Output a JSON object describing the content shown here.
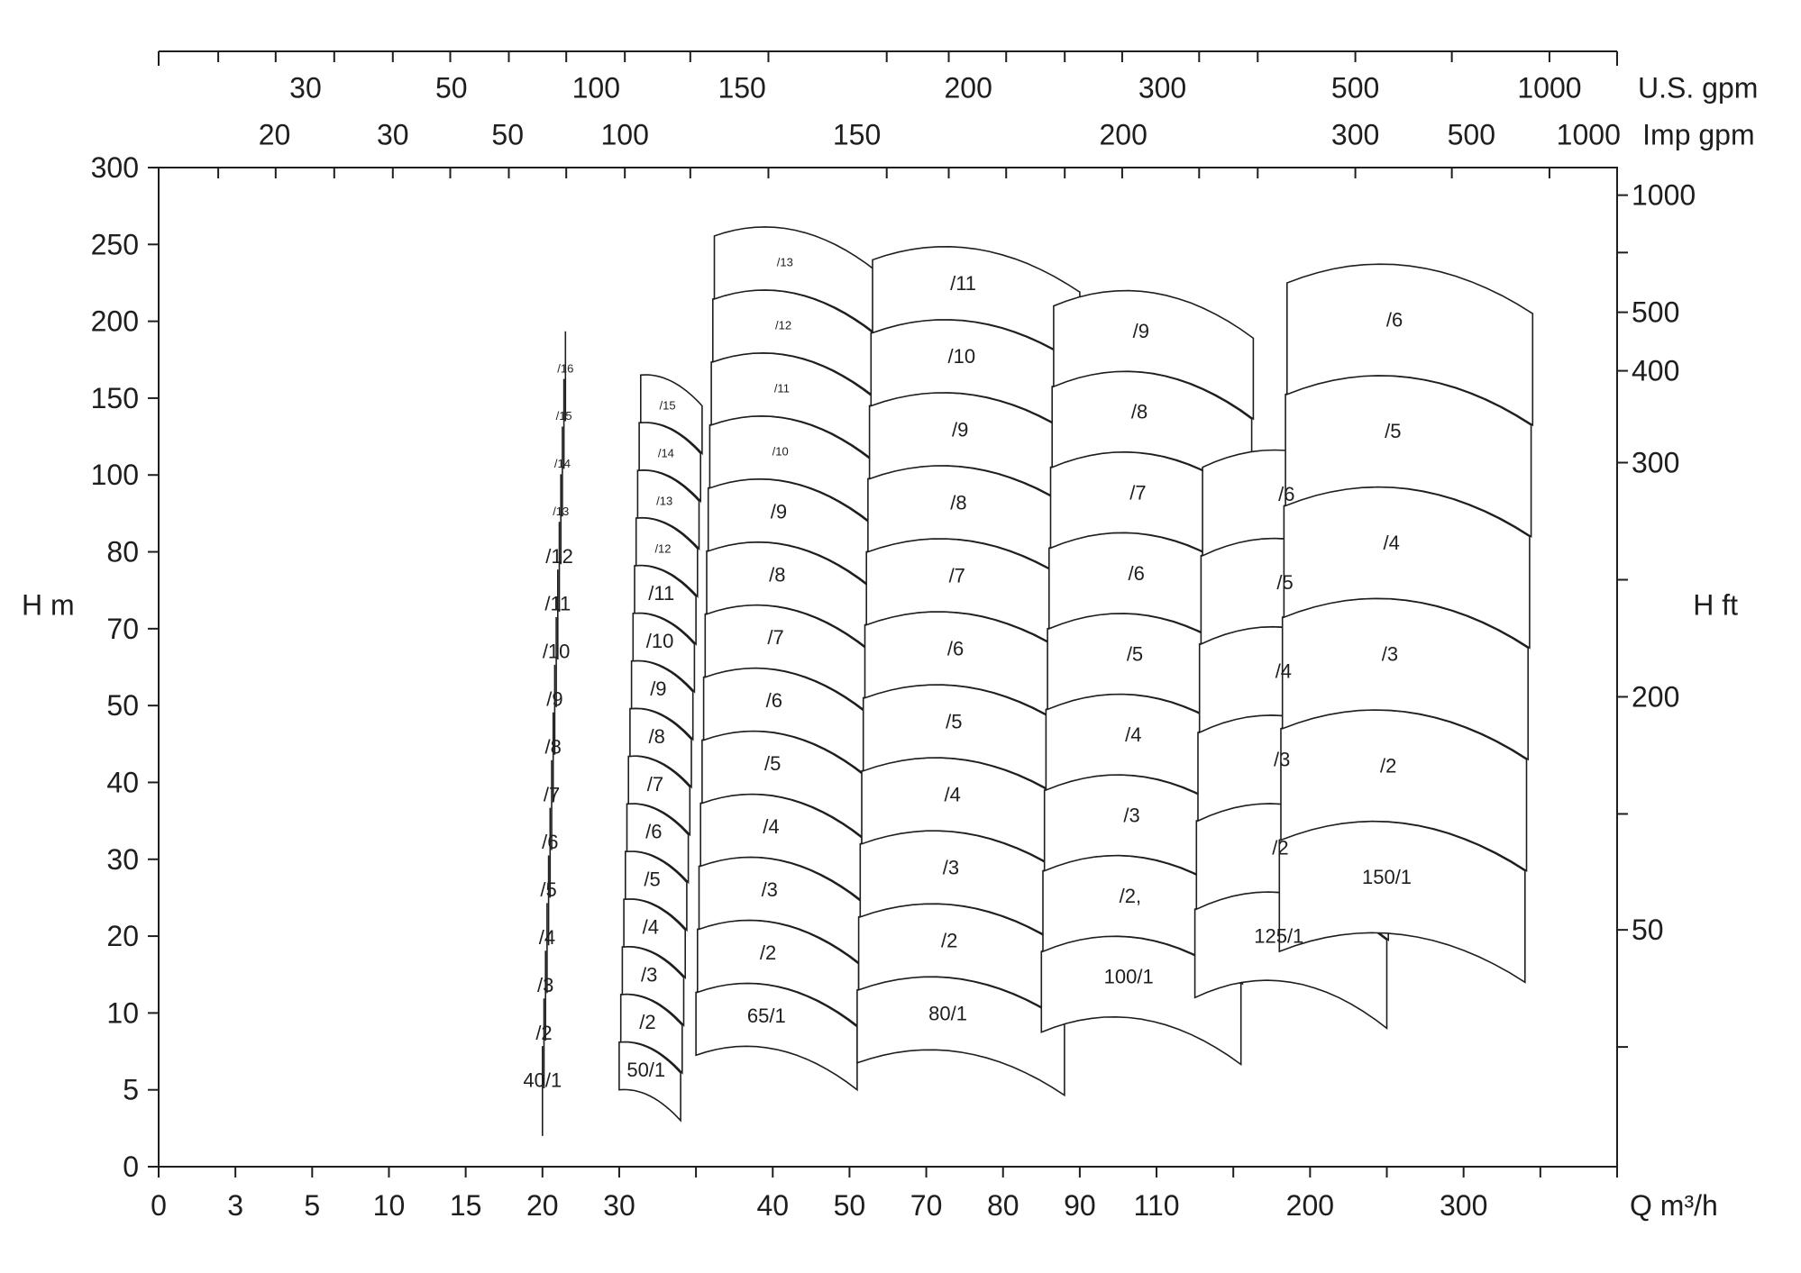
{
  "chart_data": {
    "type": "pump performance curves (tiled regions)",
    "x_axis_bottom": {
      "label": "Q m³/h",
      "ticks": [
        "0",
        "3",
        "5",
        "10",
        "15",
        "20",
        "30",
        "40",
        "50",
        "70",
        "80",
        "90",
        "110",
        "200",
        "300"
      ]
    },
    "x_axis_top_us": {
      "label": "U.S.  gpm",
      "ticks": [
        "30",
        "50",
        "100",
        "150",
        "200",
        "300",
        "500",
        "1000"
      ]
    },
    "x_axis_top_imp": {
      "label": "Imp  gpm",
      "ticks": [
        "20",
        "30",
        "50",
        "100",
        "150",
        "200",
        "300",
        "500",
        "1000"
      ]
    },
    "y_axis_left": {
      "label": "H  m",
      "ticks": [
        "0",
        "5",
        "10",
        "20",
        "30",
        "40",
        "50",
        "70",
        "80",
        "100",
        "150",
        "200",
        "250",
        "300"
      ]
    },
    "y_axis_right": {
      "label": "H  ft",
      "ticks": [
        "50",
        "200",
        "300",
        "400",
        "500",
        "1000"
      ]
    },
    "families": [
      {
        "name": "40",
        "labels": [
          "40/1",
          "/2",
          "/3",
          "/4",
          "/5",
          "/6",
          "/7",
          "/8",
          "/9",
          "/10",
          "/11",
          "/12",
          "/13",
          "/14",
          "/15",
          "/16"
        ]
      },
      {
        "name": "50",
        "labels": [
          "50/1",
          "/2",
          "/3",
          "/4",
          "/5",
          "/6",
          "/7",
          "/8",
          "/9",
          "/10",
          "/11",
          "/12",
          "/13",
          "/14",
          "/15"
        ]
      },
      {
        "name": "65",
        "labels": [
          "65/1",
          "/2",
          "/3",
          "/4",
          "/5",
          "/6",
          "/7",
          "/8",
          "/9",
          "/10",
          "/11",
          "/12",
          "/13"
        ]
      },
      {
        "name": "80",
        "labels": [
          "80/1",
          "/2",
          "/3",
          "/4",
          "/5",
          "/6",
          "/7",
          "/8",
          "/9",
          "/10",
          "/11"
        ]
      },
      {
        "name": "100",
        "labels": [
          "100/1",
          "/2,",
          "/3",
          "/4",
          "/5",
          "/6",
          "/7",
          "/8",
          "/9"
        ]
      },
      {
        "name": "125",
        "labels": [
          "125/1",
          "/2",
          "/3",
          "/4",
          "/5",
          "/6"
        ]
      },
      {
        "name": "150",
        "labels": [
          "150/1",
          "/2",
          "/3",
          "/4",
          "/5",
          "/6"
        ]
      }
    ]
  }
}
